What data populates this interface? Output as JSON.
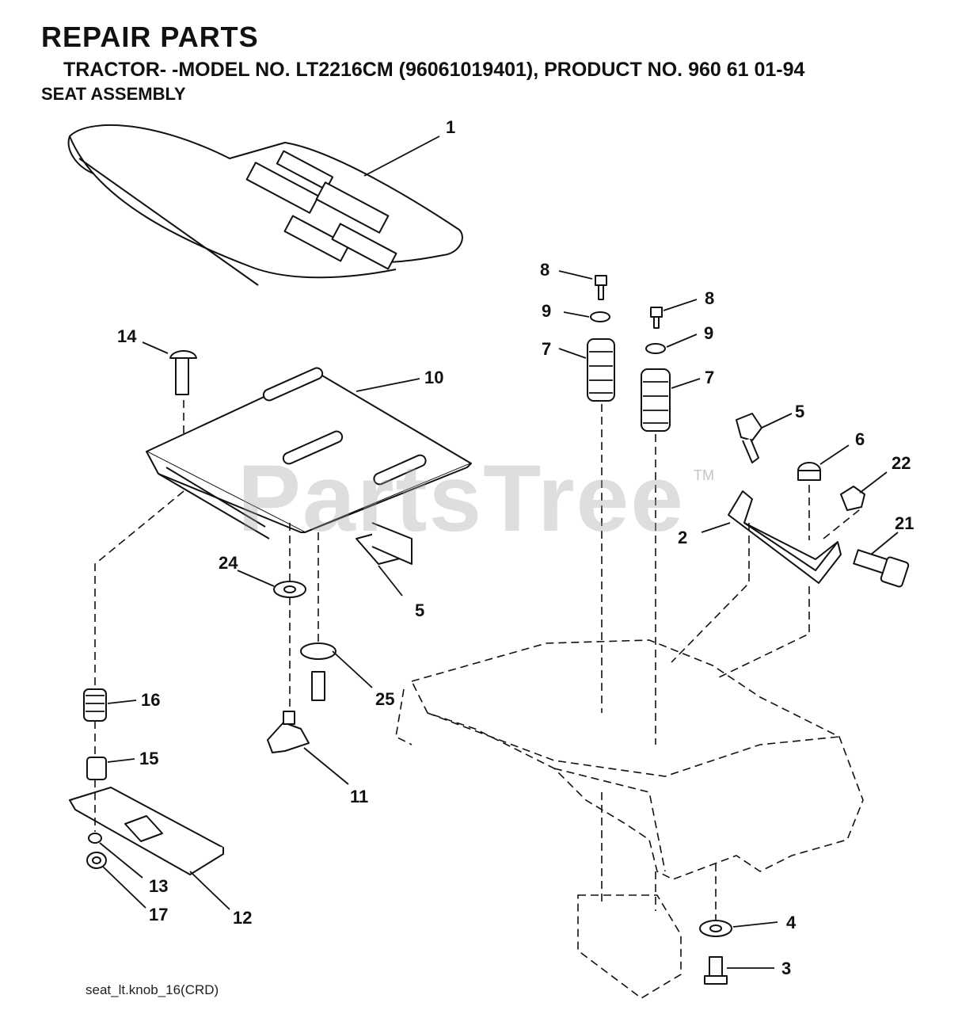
{
  "header": {
    "title": "REPAIR PARTS",
    "subtitle": "TRACTOR- -MODEL NO. LT2216CM (96061019401), PRODUCT NO. 960 61 01-94",
    "section": "SEAT ASSEMBLY"
  },
  "watermark": {
    "text": "PartsTree",
    "trademark": "TM"
  },
  "footer": {
    "reference": "seat_lt.knob_16(CRD)"
  },
  "callouts": {
    "c1": "1",
    "c2": "2",
    "c3": "3",
    "c4": "4",
    "c5a": "5",
    "c5b": "5",
    "c6": "6",
    "c7a": "7",
    "c7b": "7",
    "c8a": "8",
    "c8b": "8",
    "c9a": "9",
    "c9b": "9",
    "c10": "10",
    "c11": "11",
    "c12": "12",
    "c13": "13",
    "c14": "14",
    "c15": "15",
    "c16": "16",
    "c17": "17",
    "c21": "21",
    "c22": "22",
    "c24": "24",
    "c25": "25"
  }
}
